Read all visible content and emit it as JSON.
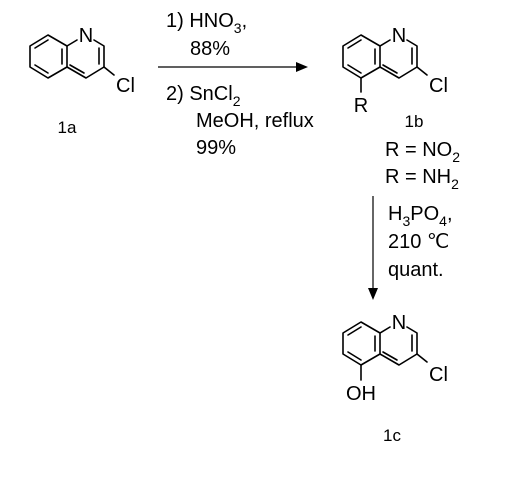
{
  "compounds": {
    "c1a": {
      "label": "1a",
      "n_atom": "N",
      "cl_atom": "Cl"
    },
    "c1b": {
      "label": "1b",
      "n_atom": "N",
      "cl_atom": "Cl",
      "r_atom": "R"
    },
    "c1c": {
      "label": "1c",
      "n_atom": "N",
      "cl_atom": "Cl",
      "oh_group": "OH"
    }
  },
  "step1": {
    "line1_prefix": "1) HNO",
    "line1_sub": "3",
    "line1_suffix": ",",
    "yield1": "88%",
    "line2_prefix": "2) SnCl",
    "line2_sub": "2",
    "line3": "MeOH, reflux",
    "yield2": "99%"
  },
  "substituents": {
    "r1_prefix": "R = NO",
    "r1_sub": "2",
    "r2_prefix": "R = NH",
    "r2_sub": "2"
  },
  "step2": {
    "reagent_h": "H",
    "reagent_sub3": "3",
    "reagent_po": "PO",
    "reagent_sub4": "4",
    "reagent_suffix": ",",
    "temperature": "210 ℃",
    "yield": "quant."
  }
}
